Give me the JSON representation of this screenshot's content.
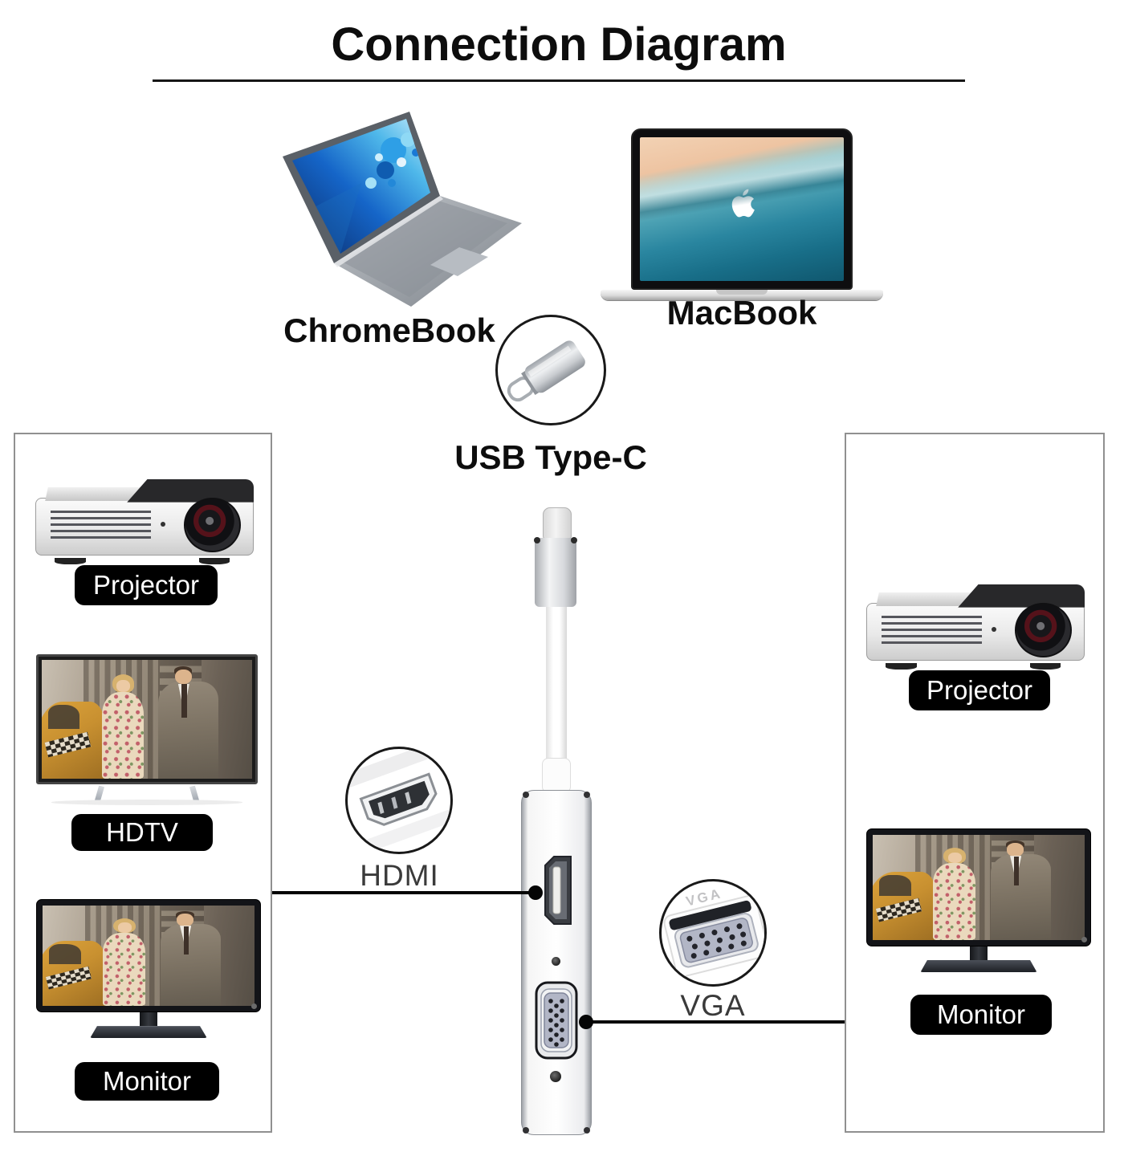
{
  "title": "Connection Diagram",
  "sources": {
    "chromebook": {
      "label": "ChromeBook"
    },
    "macbook": {
      "label": "MacBook"
    }
  },
  "adapter": {
    "connector_label": "USB Type-C",
    "hdmi_label": "HDMI",
    "vga_label": "VGA",
    "vga_embossed": "VGA"
  },
  "left_panel": {
    "items": [
      {
        "label": "Projector"
      },
      {
        "label": "HDTV"
      },
      {
        "label": "Monitor"
      }
    ]
  },
  "right_panel": {
    "items": [
      {
        "label": "Projector"
      },
      {
        "label": "Monitor"
      }
    ]
  },
  "icons": {
    "usb_c": "usb-c-connector-icon",
    "hdmi_connector": "hdmi-port-icon",
    "vga_connector": "vga-port-icon",
    "apple": "apple-logo-icon"
  },
  "colors": {
    "background": "#ffffff",
    "title_text": "#0d0d0d",
    "label_pill_bg": "#000000",
    "label_pill_text": "#ffffff",
    "panel_border": "#909090",
    "connection_line": "#050505",
    "port_caption_text": "#3a3a3a"
  }
}
